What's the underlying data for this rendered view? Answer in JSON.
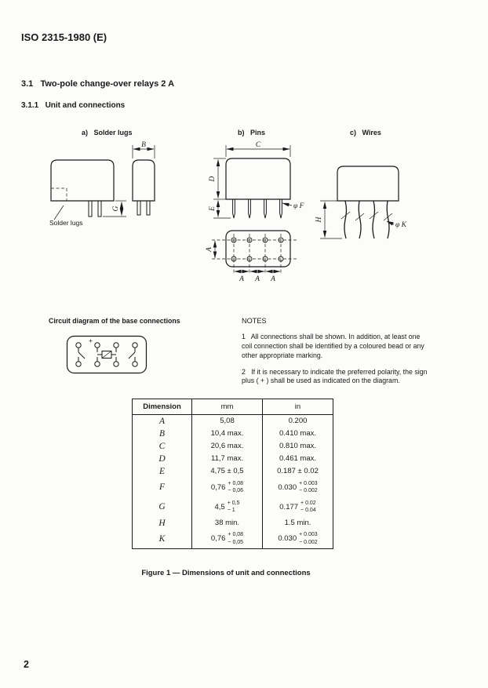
{
  "page": {
    "header": "ISO 2315-1980 (E)",
    "page_number": "2"
  },
  "headings": {
    "section_3_1": "3.1   Two-pole change-over relays 2 A",
    "section_3_1_1": "3.1.1   Unit and connections"
  },
  "drawings": {
    "a_label": "a)   Solder lugs",
    "b_label": "b)   Pins",
    "c_label": "c)   Wires",
    "solder_lugs_callout": "Solder lugs",
    "dim_A": "A",
    "dim_B": "B",
    "dim_C": "C",
    "dim_D": "D",
    "dim_E": "E",
    "dim_G": "G",
    "dim_H": "H",
    "phi_F": "φ F",
    "phi_K": "φ K"
  },
  "circuit": {
    "title": "Circuit diagram of the base connections",
    "plus_sign": "+"
  },
  "notes": {
    "title": "NOTES",
    "note_1": "1   All connections shall be shown. In addition, at least one coil connection shall be identified by a coloured bead or any other appropriate marking.",
    "note_2": "2   If it is necessary to indicate the preferred polarity, the sign plus ( + ) shall be used as indicated on the diagram."
  },
  "table": {
    "headers": [
      "Dimension",
      "mm",
      "in"
    ],
    "rows": [
      {
        "dim": "A",
        "mm": "5,08",
        "in": "0.200"
      },
      {
        "dim": "B",
        "mm": "10,4 max.",
        "in": "0.410 max."
      },
      {
        "dim": "C",
        "mm": "20,6 max.",
        "in": "0.810 max."
      },
      {
        "dim": "D",
        "mm": "11,7 max.",
        "in": "0.461 max."
      },
      {
        "dim": "E",
        "mm": "4,75 ± 0,5",
        "in": "0.187 ± 0.02"
      },
      {
        "dim": "F",
        "mm_base": "0,76",
        "mm_plus": "+ 0,08",
        "mm_minus": "− 0,06",
        "in_base": "0.030",
        "in_plus": "+ 0.003",
        "in_minus": "− 0.002"
      },
      {
        "dim": "G",
        "mm_base": "4,5",
        "mm_plus": "+ 0,5",
        "mm_minus": "− 1",
        "in_base": "0.177",
        "in_plus": "+ 0.02",
        "in_minus": "− 0.04"
      },
      {
        "dim": "H",
        "mm": "38 min.",
        "in": "1.5 min."
      },
      {
        "dim": "K",
        "mm_base": "0,76",
        "mm_plus": "+ 0,08",
        "mm_minus": "− 0,05",
        "in_base": "0.030",
        "in_plus": "+ 0.003",
        "in_minus": "− 0.002"
      }
    ]
  },
  "figure": {
    "caption": "Figure 1  —  Dimensions of unit and connections"
  }
}
